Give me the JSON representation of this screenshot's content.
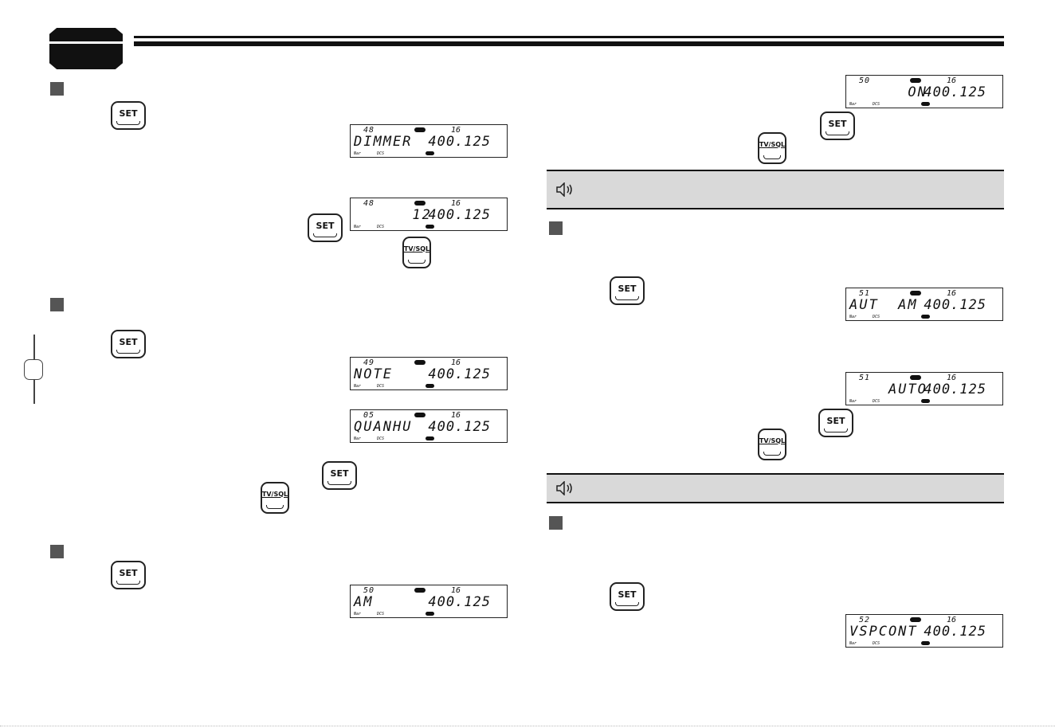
{
  "keys": {
    "set": "SET",
    "tv_sql": "TV/SQL"
  },
  "lcd_common": {
    "freq": "400.125",
    "num": "16",
    "ind_nar": "Nar",
    "ind_dcs": "DCS"
  },
  "lcds": [
    {
      "channel": "48",
      "main": "DIMMER"
    },
    {
      "channel": "48",
      "main": "      12"
    },
    {
      "channel": "49",
      "main": "NOTE"
    },
    {
      "channel": "05",
      "main": "QUANHU"
    },
    {
      "channel": "50",
      "main": "AM"
    },
    {
      "channel": "50",
      "main": "      ON"
    },
    {
      "channel": "51",
      "main": "AUT  AM"
    },
    {
      "channel": "51",
      "main": "    AUTO"
    },
    {
      "channel": "52",
      "main": "VSPCONT"
    }
  ]
}
